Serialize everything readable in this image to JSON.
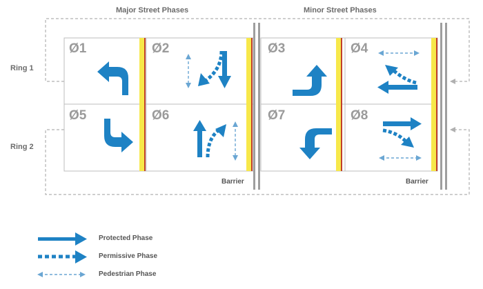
{
  "headers": {
    "major": "Major Street Phases",
    "minor": "Minor Street Phases"
  },
  "rings": {
    "ring1": "Ring 1",
    "ring2": "Ring 2"
  },
  "barrier_label": "Barrier",
  "phases": {
    "p1": "Ø1",
    "p2": "Ø2",
    "p3": "Ø3",
    "p4": "Ø4",
    "p5": "Ø5",
    "p6": "Ø6",
    "p7": "Ø7",
    "p8": "Ø8"
  },
  "legend": {
    "protected": "Protected Phase",
    "permissive": "Permissive Phase",
    "pedestrian": "Pedestrian Phase"
  },
  "colors": {
    "arrow": "#1e82c4",
    "ped": "#6aa6d3",
    "yellow": "#f7e84a",
    "red": "#c0402b",
    "border": "#bdbdbd",
    "dashed": "#b0b0b0",
    "barrier": "#9e9e9e"
  }
}
